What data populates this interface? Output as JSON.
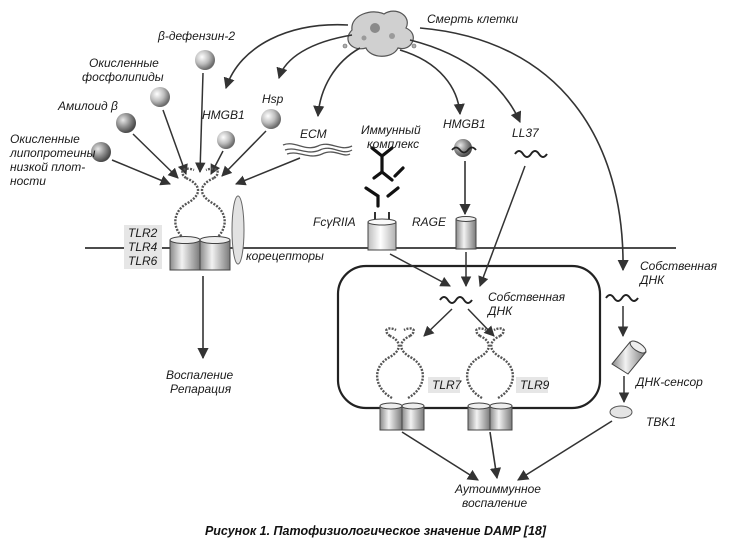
{
  "labels": {
    "cell_death": "Смерть клетки",
    "beta_defensin": "β-дефензин-2",
    "oxidized_phospholipids": [
      "Окисленные",
      "фосфолипиды"
    ],
    "amyloid": "Амилоид β",
    "oxidized_lipoproteins": [
      "Окисленные",
      "липопротеины",
      "низкой плот-",
      "ности"
    ],
    "hmgb1_left": "HMGB1",
    "hsp": "Hsp",
    "ecm": "ECM",
    "immune_complex": [
      "Иммунный",
      "комплекс"
    ],
    "hmgb1_right": "HMGB1",
    "ll37": "LL37",
    "fc_receptor": "FcγRIIA",
    "rage": "RAGE",
    "tlr2": "TLR2",
    "tlr4": "TLR4",
    "tlr6": "TLR6",
    "coreceptors": "корецепторы",
    "inflammation_repair": [
      "Воспаление",
      "Репарация"
    ],
    "own_dna_endosome": [
      "Собственная",
      "ДНК"
    ],
    "own_dna_cytosol": [
      "Собственная",
      "ДНК"
    ],
    "tlr7": "TLR7",
    "tlr9": "TLR9",
    "dna_sensor": "ДНК-сенсор",
    "tbk1": "TBK1",
    "autoimmune": [
      "Аутоиммунное",
      "воспаление"
    ]
  },
  "caption": "Рисунок 1. Патофизиологическое значение DAMP [18]",
  "colors": {
    "line": "#333333",
    "sphere_dark": "#6d6d6d",
    "sphere_light": "#d6d6d6",
    "label_box": "#e6e6e6"
  }
}
